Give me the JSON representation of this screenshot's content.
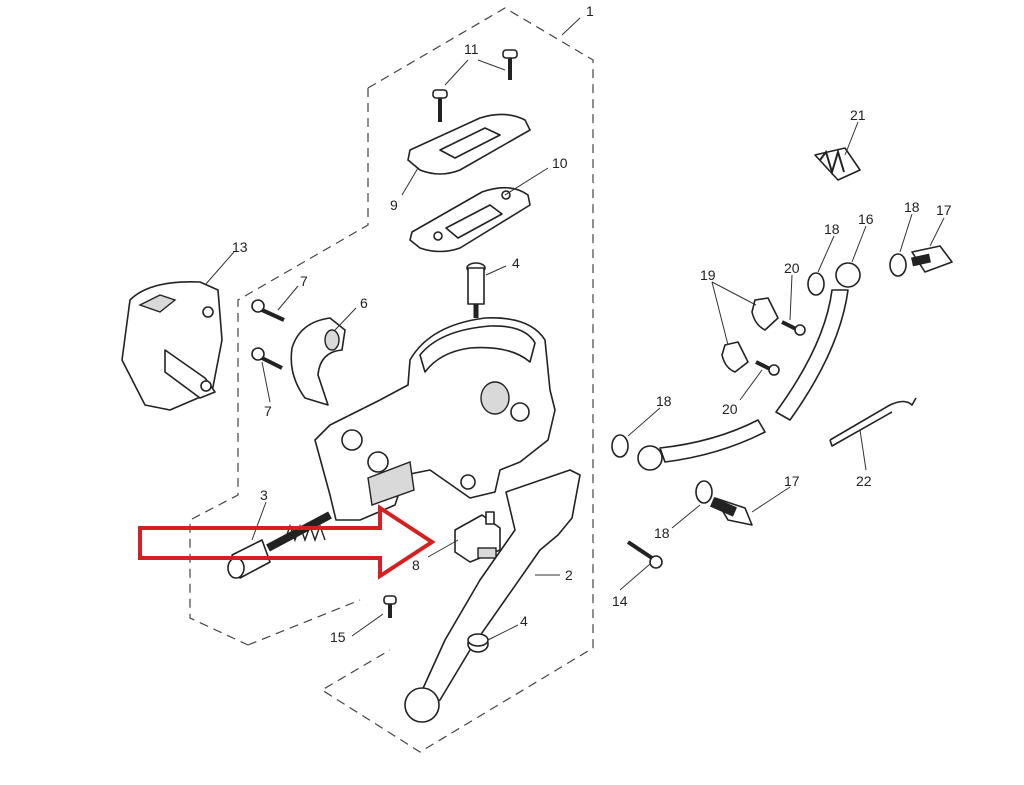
{
  "diagram": {
    "callouts": [
      "1",
      "11",
      "9",
      "10",
      "4",
      "13",
      "7",
      "6",
      "7",
      "3",
      "8",
      "2",
      "4",
      "15",
      "21",
      "18",
      "16",
      "18",
      "17",
      "19",
      "20",
      "20",
      "18",
      "22",
      "17",
      "18",
      "14"
    ],
    "colors": {
      "highlight_arrow": "#d42020",
      "line": "#222222"
    },
    "icons": [
      "exploded-parts-diagram",
      "red-highlight-arrow"
    ]
  }
}
